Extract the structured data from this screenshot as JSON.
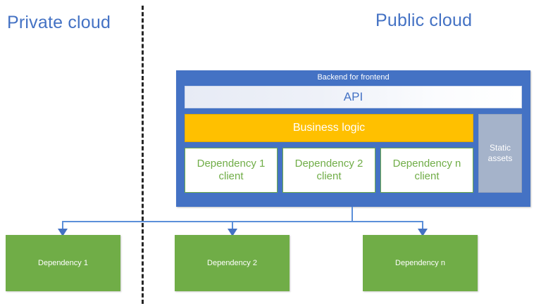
{
  "diagram": {
    "zones": {
      "private": "Private cloud",
      "public": "Public cloud"
    },
    "divider": "cloud-boundary-dashed-line",
    "bff": {
      "title": "Backend for frontend",
      "api": "API",
      "business_logic": "Business logic",
      "static_assets_line1": "Static",
      "static_assets_line2": "assets",
      "clients": [
        {
          "line1": "Dependency 1",
          "line2": "client"
        },
        {
          "line1": "Dependency 2",
          "line2": "client"
        },
        {
          "line1": "Dependency n",
          "line2": "client"
        }
      ]
    },
    "dependencies": [
      {
        "label": "Dependency 1"
      },
      {
        "label": "Dependency 2"
      },
      {
        "label": "Dependency n"
      }
    ],
    "colors": {
      "cloud_title": "#4472C4",
      "container_blue": "#4472C4",
      "business_logic_orange": "#FFC000",
      "dependency_green": "#70AD47",
      "static_assets_gray": "#A5B3CA",
      "connector_blue": "#5B8FD9",
      "divider_black": "#262626",
      "api_text": "#4472C4"
    }
  }
}
